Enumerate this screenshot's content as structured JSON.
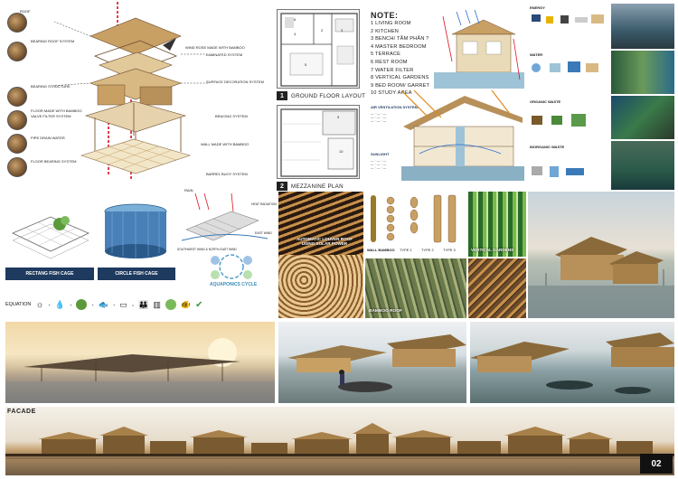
{
  "axon": {
    "left_labels": [
      "ROOF",
      "BEARING ROOF SYSTEM",
      "BEARING STRUCTURE",
      "FLOOR MADE WITH BAMBOO",
      "VALVE FILTER SYSTEM",
      "PIPE DRAIN WATER",
      "FLOOR BEARING SYSTEM"
    ],
    "right_labels": [
      "WIND ROSE MADE WITH BAMBOO",
      "LAMINATED SYSTEM",
      "SURFACE DECORATION SYSTEM",
      "BRACING SYSTEM",
      "WALL MADE WITH BAMBOO",
      "BARREL BUOY SYSTEM"
    ]
  },
  "plans": {
    "ground_num": "1",
    "ground_title": "GROUND FLOOR LAYOUT",
    "mezz_num": "2",
    "mezz_title": "MEZZANINE PLAN",
    "room_numbers": [
      "1",
      "2",
      "3",
      "4",
      "5",
      "6",
      "7",
      "8",
      "9",
      "10"
    ]
  },
  "note": {
    "title": "NOTE:",
    "items": [
      "1 LIVING ROOM",
      "2 KITCHEN",
      "3 BENCH/ TẦM PHÂN ?",
      "4 MASTER BEDROOM",
      "5 TERRACE",
      "6 REST ROOM",
      "7 WATER FILTER",
      "8 VERTICAL GARDENS",
      "9 BED ROOM/ GARRET",
      "10 STUDY AREA"
    ]
  },
  "sections": {
    "ventilation": "AIR VENTILATION SYSTEM",
    "sunlight": "SUNLIGHT"
  },
  "resources": {
    "energy": "ENERGY",
    "water": "WATER",
    "organic": "ORGANIC WASTE",
    "inorganic": "INORGANIC WASTE"
  },
  "cages": {
    "rect": "RECTANG FISH CAGE",
    "circle": "CIRCLE FISH CAGE"
  },
  "aquaponic": {
    "rain": "RAIN",
    "heat": "HEAT RADIATION",
    "east_wind": "EAST WIND",
    "wind": "SOUTHWEST WIND & NORTH-EAST WIND",
    "cycle": "AQUAPONICS CYCLE"
  },
  "equation": {
    "label": "EQUATION"
  },
  "materials": {
    "louver": "AUTOMATIC LOUVER ROOF USING SOLAR POWER",
    "wall_bamboo": "WALL BAMBOO",
    "type1": "TYPE 1",
    "type2": "TYPE 2",
    "type3": "TYPE 3",
    "vertical_gardens": "VERTICAL GARDENS",
    "bamboo_roof": "BAMBOO ROOF"
  },
  "facade": {
    "title": "FACADE"
  },
  "page": {
    "number": "02"
  },
  "colors": {
    "navy": "#1e3a5f",
    "bamboo": "#c8a064",
    "sky": "#e8c79a",
    "water": "#8ab0c4"
  }
}
